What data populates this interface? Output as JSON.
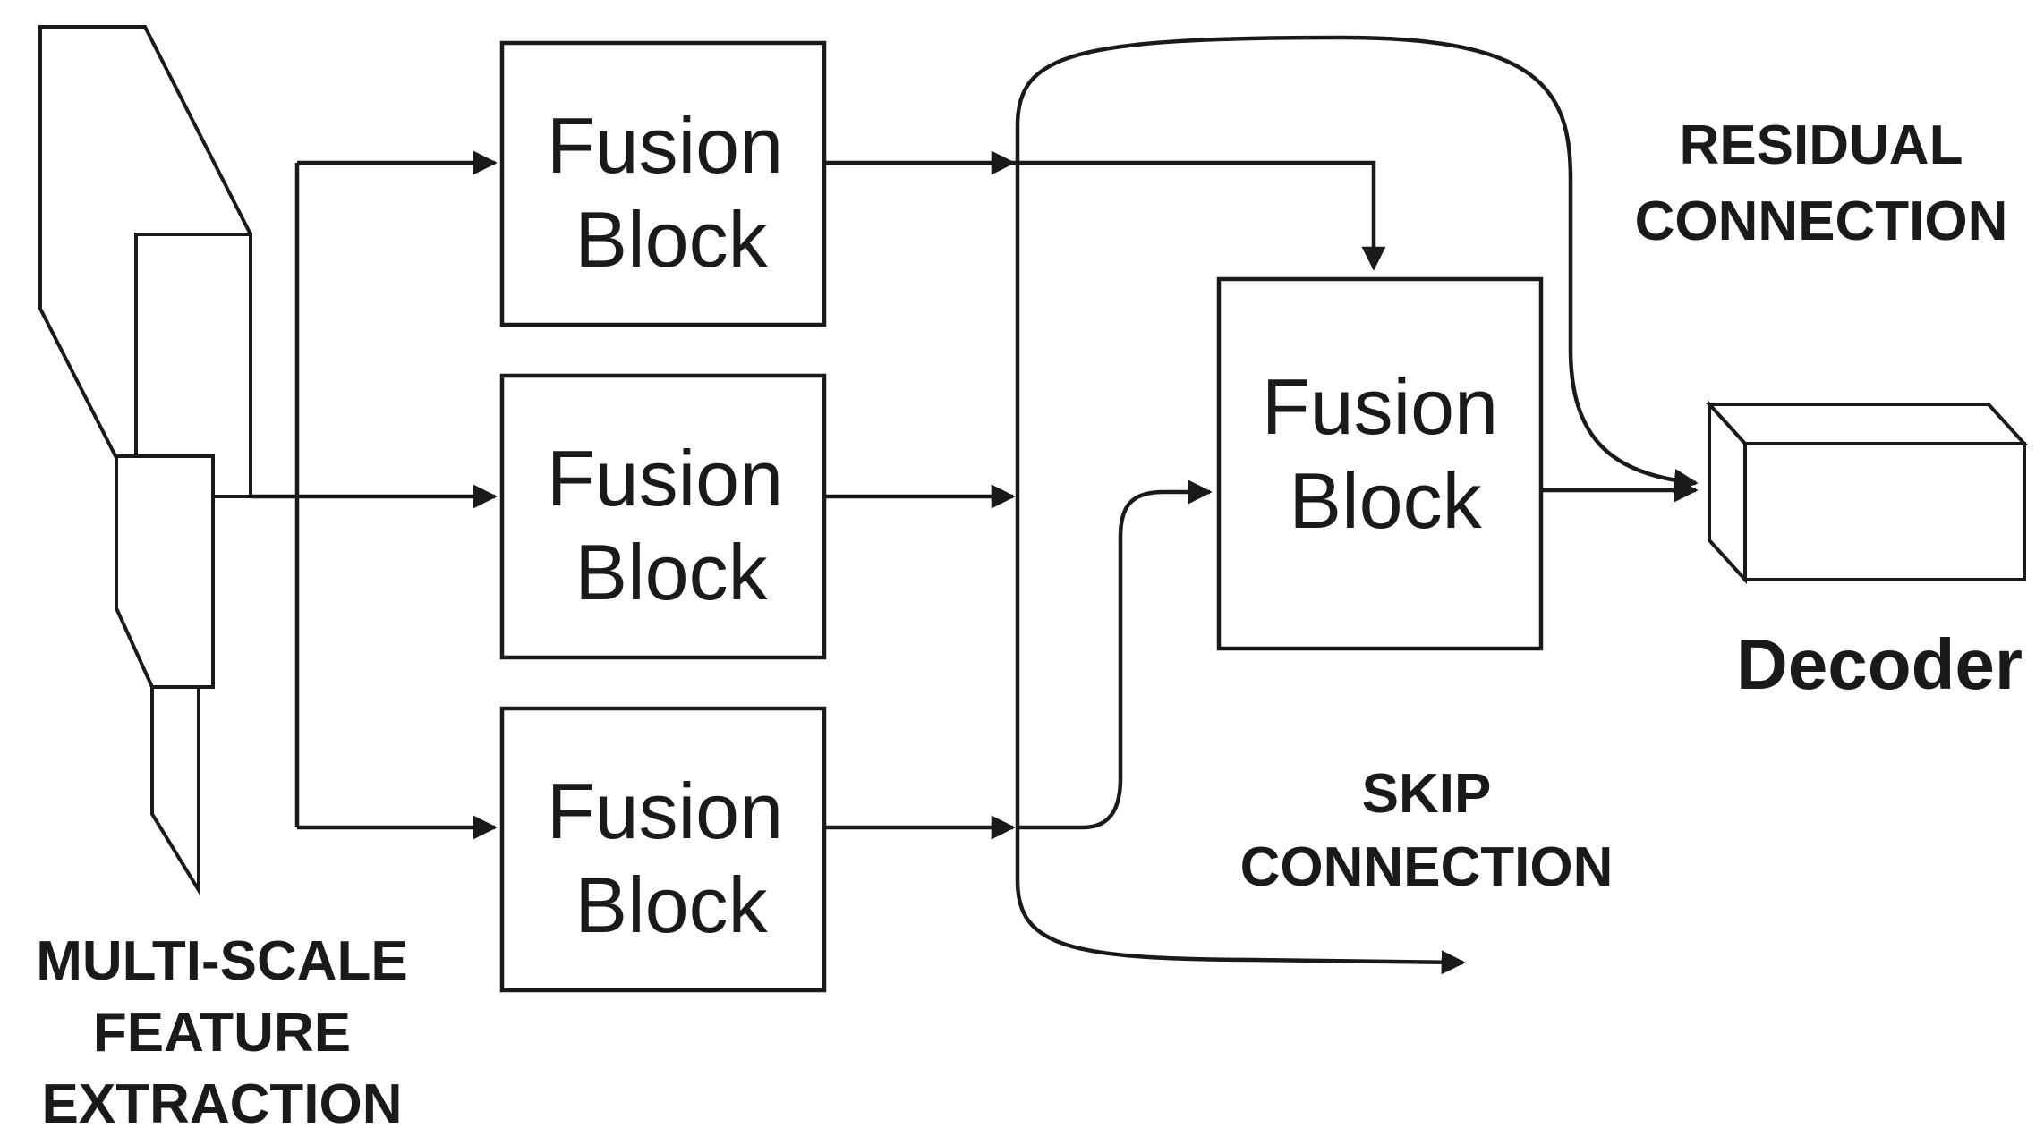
{
  "diagram": {
    "fusion_block_label": [
      "Fusion",
      "Block"
    ],
    "feature_extraction_label": [
      "MULTI-SCALE",
      "FEATURE",
      "EXTRACTION"
    ],
    "residual_label": [
      "RESIDUAL",
      "CONNECTION"
    ],
    "skip_label": [
      "SKIP",
      "CONNECTION"
    ],
    "decoder_label": "Decoder",
    "stroke_color": "#1a1a1a"
  }
}
